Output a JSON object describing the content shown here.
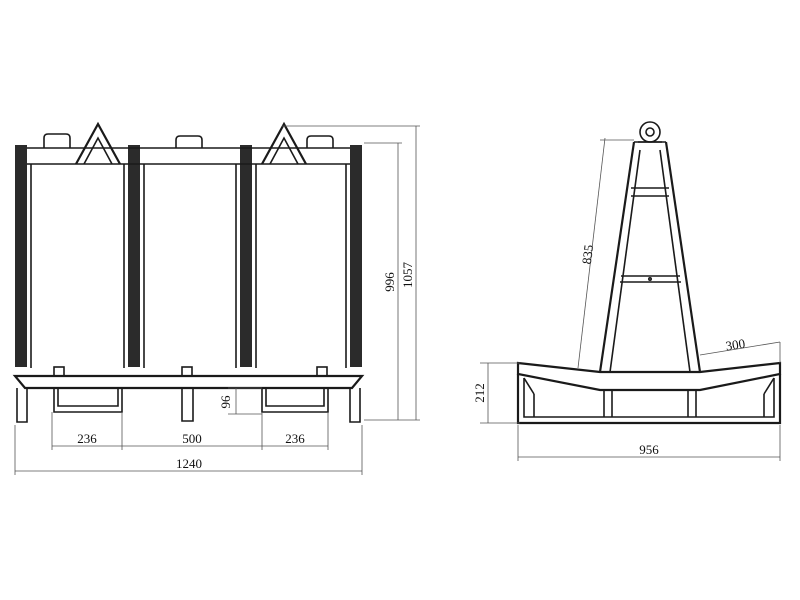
{
  "dimensions": {
    "front_width_total": "1240",
    "front_bay_left": "236",
    "front_bay_center": "500",
    "front_bay_right": "236",
    "front_height_inner": "996",
    "front_height_total": "1057",
    "front_foot_height": "96",
    "side_base_width": "956",
    "side_base_height": "212",
    "side_frame_length": "835",
    "side_arm_length": "300"
  }
}
